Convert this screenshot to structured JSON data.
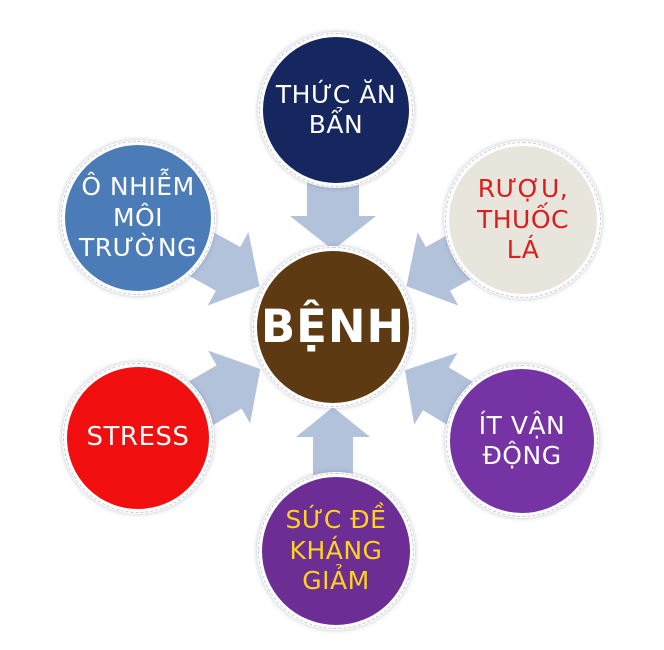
{
  "diagram": {
    "background_color": "#ffffff",
    "arrow_color": "#b3c2db",
    "center": {
      "label": "BỆNH",
      "bg": "#5e3a13",
      "text_color": "#ffffff"
    },
    "nodes": [
      {
        "name": "thuc-an-ban",
        "position": "top",
        "lines": [
          "THỨC ĂN",
          "BẨN"
        ],
        "bg": "#16265e",
        "text_color": "#ffffff"
      },
      {
        "name": "o-nhiem-moi-truong",
        "position": "top-left",
        "lines": [
          "Ô NHIỄM",
          "MÔI",
          "TRƯỜNG"
        ],
        "bg": "#4b7cb8",
        "text_color": "#ffffff"
      },
      {
        "name": "ruou-thuoc-la",
        "position": "top-right",
        "lines": [
          "RƯỢU,",
          "THUỐC",
          "LÁ"
        ],
        "bg": "#e8e5dc",
        "text_color": "#dc1d1d"
      },
      {
        "name": "stress",
        "position": "left",
        "lines": [
          "STRESS"
        ],
        "bg": "#f10e0e",
        "text_color": "#ffffff"
      },
      {
        "name": "it-van-dong",
        "position": "right",
        "lines": [
          "ÍT VẬN",
          "ĐỘNG"
        ],
        "bg": "#7533a3",
        "text_color": "#ffffff"
      },
      {
        "name": "suc-de-khang-giam",
        "position": "bottom",
        "lines": [
          "SỨC ĐỀ",
          "KHÁNG",
          "GIẢM"
        ],
        "bg": "#6c2e95",
        "text_color": "#ffd31a"
      }
    ]
  }
}
